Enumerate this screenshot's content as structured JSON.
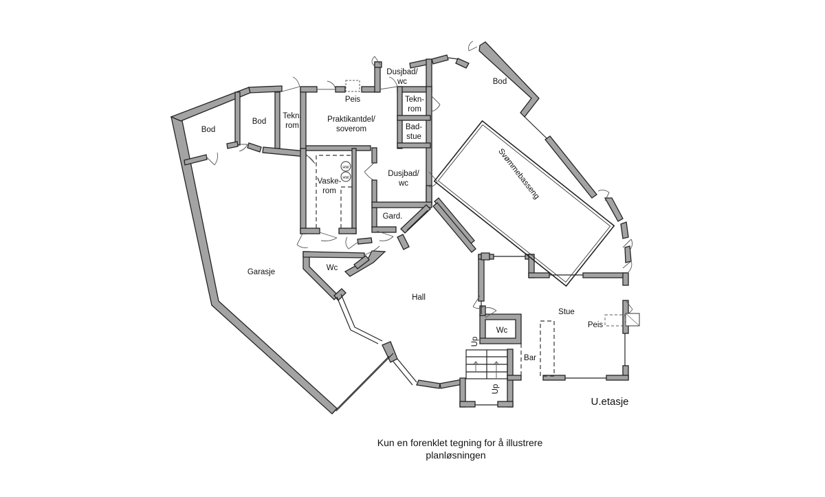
{
  "rooms": {
    "bod_left": "Bod",
    "bod_mid": "Bod",
    "tekn_rom_1": "Tekn.",
    "tekn_rom_2": "rom",
    "peis_top": "Peis",
    "praktikantdel_1": "Praktikantdel/",
    "praktikantdel_2": "soverom",
    "dusjbad_top_1": "Dusjbad/",
    "dusjbad_top_2": "wc",
    "tekn_small_1": "Tekn-",
    "tekn_small_2": "rom",
    "badstue_1": "Bad-",
    "badstue_2": "stue",
    "dusjbad_mid_1": "Dusjbad/",
    "dusjbad_mid_2": "wc",
    "vaskerom_1": "Vaske-",
    "vaskerom_2": "rom",
    "hw_1": "HW",
    "hw_2": "HW",
    "gard": "Gard.",
    "bod_top_right": "Bod",
    "svommebasseng": "Svømmebasseng",
    "garasje": "Garasje",
    "wc_hall": "Wc",
    "hall": "Hall",
    "stue": "Stue",
    "peis_stue": "Peis",
    "wc_lower": "Wc",
    "bar": "Bar",
    "up_1": "Up",
    "up_2": "Up"
  },
  "floor_label": "U.etasje",
  "caption_line1": "Kun en forenklet tegning for å illustrere",
  "caption_line2": "planløsningen"
}
